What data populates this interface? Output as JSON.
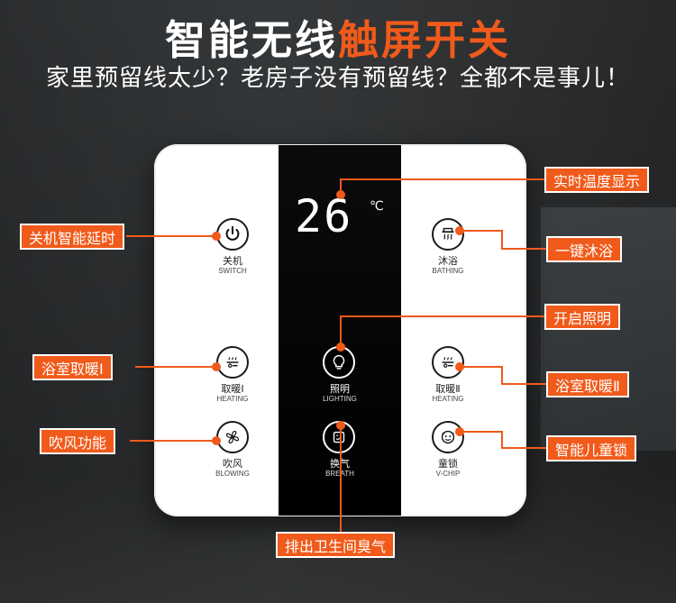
{
  "header": {
    "title_white": "智能无线",
    "title_accent": "触屏开关",
    "subtitle": "家里预留线太少？老房子没有预留线？全都不是事儿！"
  },
  "display": {
    "temperature": "26",
    "unit": "℃"
  },
  "buttons": {
    "switch": {
      "cn": "关机",
      "en": "SWITCH",
      "icon": "power-icon"
    },
    "bathing": {
      "cn": "沐浴",
      "en": "BATHING",
      "icon": "bath-heater-icon"
    },
    "lighting": {
      "cn": "照明",
      "en": "LIGHTING",
      "icon": "bulb-icon"
    },
    "heat1": {
      "cn": "取暖Ⅰ",
      "en": "HEATING",
      "icon": "heater-icon"
    },
    "heat2": {
      "cn": "取暖Ⅱ",
      "en": "HEATING",
      "icon": "heater-icon"
    },
    "blowing": {
      "cn": "吹风",
      "en": "BLOWING",
      "icon": "fan-icon"
    },
    "breath": {
      "cn": "换气",
      "en": "BREATH",
      "icon": "ventilation-icon"
    },
    "vchip": {
      "cn": "童锁",
      "en": "V-CHIP",
      "icon": "child-lock-icon"
    }
  },
  "callouts": {
    "temp_display": "实时温度显示",
    "switch_delay": "关机智能延时",
    "one_key_bath": "一键沐浴",
    "lighting_on": "开启照明",
    "heat1": "浴室取暖Ⅰ",
    "heat2": "浴室取暖Ⅱ",
    "blowing": "吹风功能",
    "child_lock": "智能儿童锁",
    "exhaust": "排出卫生间臭气"
  },
  "colors": {
    "accent": "#f05a1a",
    "panel": "#ffffff",
    "screen": "#000000"
  }
}
